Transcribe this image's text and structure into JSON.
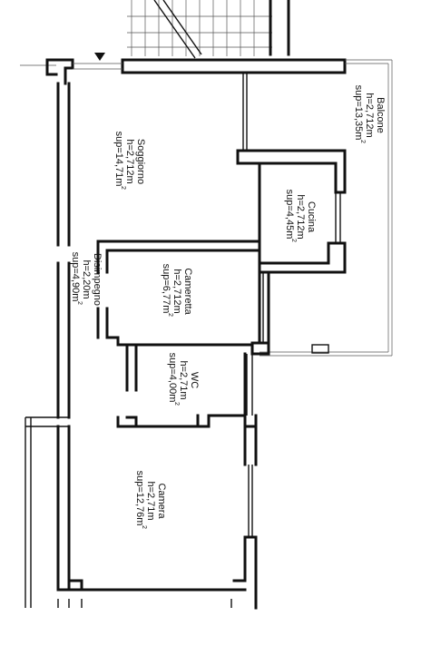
{
  "rooms": {
    "balcone": {
      "name": "Balcone",
      "h": "h=2,712m",
      "sup": "sup=13,35m",
      "exp": "2"
    },
    "soggiorno": {
      "name": "Soggiorno",
      "h": "h=2,712m",
      "sup": "sup=14,71m",
      "exp": "2"
    },
    "cucina": {
      "name": "Cucina",
      "h": "h=2,712m",
      "sup": "sup=4,45m",
      "exp": "2"
    },
    "disimpegno": {
      "name": "Disimpegno",
      "h": "h=2,20m",
      "sup": "sup=4,90m",
      "exp": "2"
    },
    "cameretta": {
      "name": "Cameretta",
      "h": "h=2,712m",
      "sup": "sup=6,77m",
      "exp": "2"
    },
    "wc": {
      "name": "WC",
      "h": "h=2,71m",
      "sup": "sup=4,00m",
      "exp": "2"
    },
    "camera": {
      "name": "Camera",
      "h": "h=2,71m",
      "sup": "sup=12,76m",
      "exp": "2"
    }
  },
  "colors": {
    "ink": "#111111",
    "background": "#ffffff"
  },
  "icons": {
    "entrance": "entrance-arrow-icon"
  }
}
